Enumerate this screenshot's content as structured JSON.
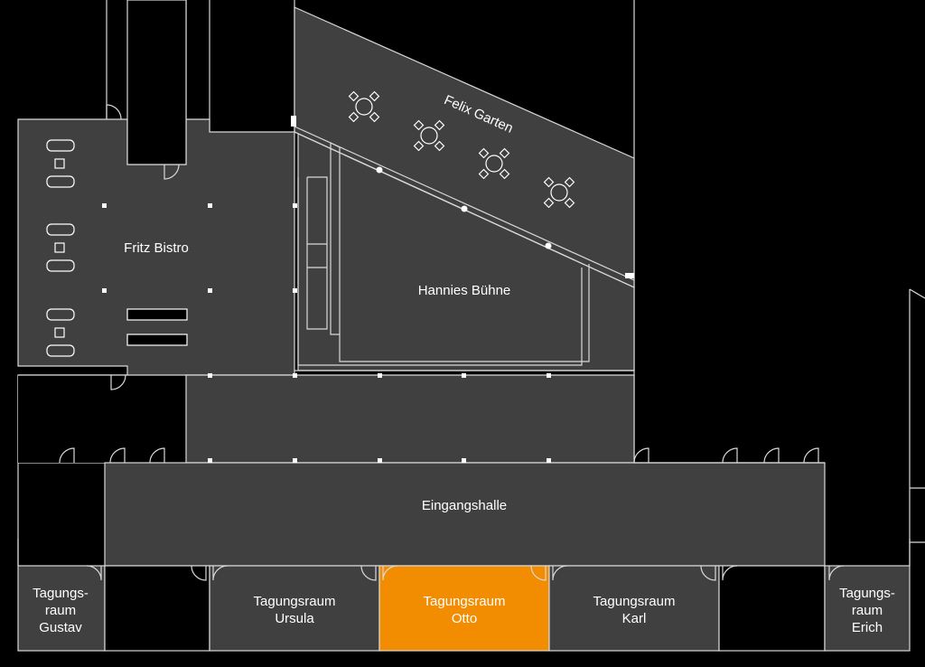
{
  "map": {
    "title": "Floor plan",
    "highlight_color": "#f28c00",
    "room_color": "#404040",
    "background_color": "#000000",
    "rooms": {
      "fritz_bistro": {
        "label": "Fritz Bistro"
      },
      "felix_garten": {
        "label": "Felix Garten"
      },
      "hannies_buehne": {
        "label": "Hannies Bühne"
      },
      "eingangshalle": {
        "label": "Eingangshalle"
      },
      "gustav": {
        "line1": "Tagungs-",
        "line2": "raum",
        "line3": "Gustav"
      },
      "ursula": {
        "line1": "Tagungsraum",
        "line2": "Ursula"
      },
      "otto": {
        "line1": "Tagungsraum",
        "line2": "Otto",
        "selected": true
      },
      "karl": {
        "line1": "Tagungsraum",
        "line2": "Karl"
      },
      "erich": {
        "line1": "Tagungs-",
        "line2": "raum",
        "line3": "Erich"
      }
    }
  }
}
